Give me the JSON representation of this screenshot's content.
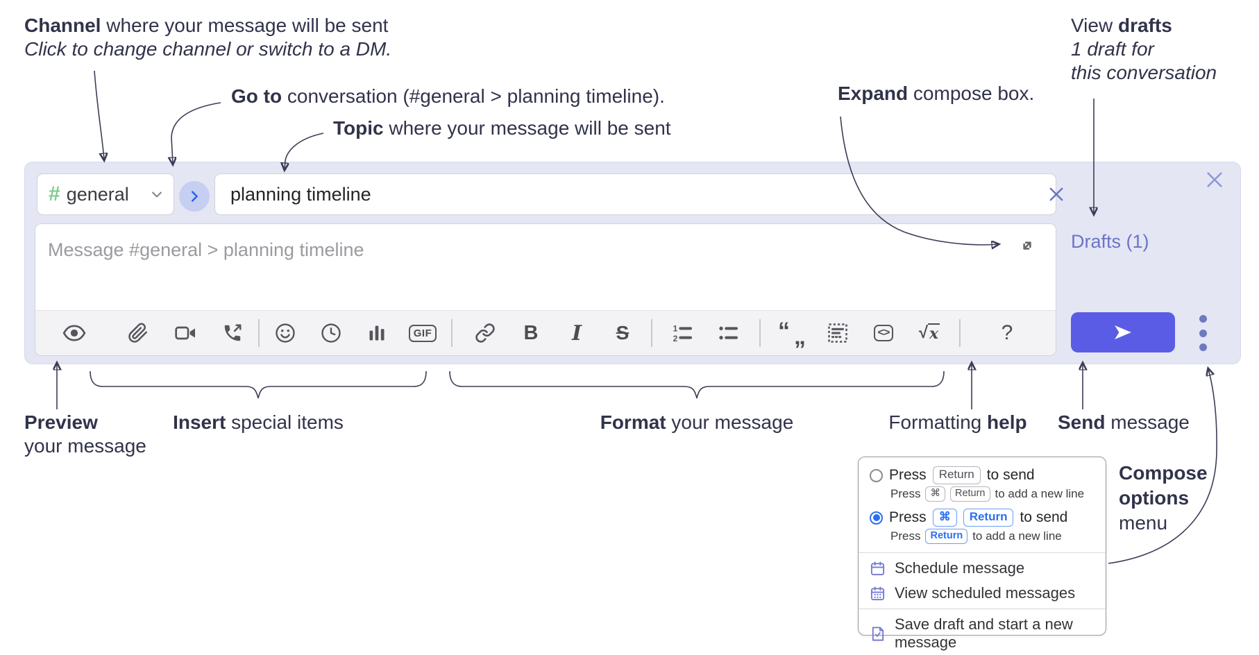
{
  "colors": {
    "accent_send": "#5b5ce6",
    "drafts_link": "#6b74c9",
    "kbd_blue": "#2b6ff2",
    "channel_hash_green": "#7dcc8a",
    "compose_bg": "#e4e6f4",
    "annotation_ink": "#31334a",
    "menu_icon_purple": "#767bd3"
  },
  "annotations": {
    "channel_line1_bold": "Channel",
    "channel_line1_rest": " where your message will be sent",
    "channel_line2_italic": "Click to change channel or switch to a DM.",
    "goto_bold": "Go to",
    "goto_rest": " conversation (#general > planning timeline).",
    "topic_bold": "Topic",
    "topic_rest": " where your message will be sent",
    "expand_bold": "Expand",
    "expand_rest": " compose box.",
    "drafts_line1_pre": "View ",
    "drafts_line1_bold": "drafts",
    "drafts_line2_italic": "1 draft for",
    "drafts_line3_italic": "this conversation",
    "preview_bold": "Preview",
    "preview_line2": "your message",
    "insert_bold": "Insert",
    "insert_rest": " special items",
    "format_bold": "Format",
    "format_rest": " your message",
    "help_pre": "Formatting ",
    "help_bold": "help",
    "send_bold": "Send",
    "send_rest": " message",
    "compose_options_line1": "Compose",
    "compose_options_line2": "options",
    "compose_options_line3": "menu"
  },
  "compose": {
    "channel_hash": "#",
    "channel_name": "general",
    "topic_value": "planning timeline",
    "message_placeholder": "Message #general > planning timeline",
    "drafts_label": "Drafts (1)",
    "toolbar_icons": [
      "preview-eye",
      "attach-paperclip",
      "video-call",
      "audio-call",
      "emoji-smiley",
      "time-clock",
      "poll-bar-chart",
      "gif",
      "link",
      "bold",
      "italic",
      "strikethrough",
      "numbered-list",
      "bulleted-list",
      "quote",
      "spoiler",
      "code",
      "math",
      "help"
    ],
    "toolbar": {
      "gif": "GIF",
      "bold": "B",
      "italic": "I",
      "strike": "S",
      "code": "<>",
      "math_sqrt": "√",
      "math_x": "x",
      "help": "?",
      "quote_open": "“",
      "quote_close": "„"
    }
  },
  "compose_menu": {
    "opt1_press": "Press",
    "opt1_key": "Return",
    "opt1_suffix": "to send",
    "opt1_sub_press": "Press",
    "opt1_sub_key1": "⌘",
    "opt1_sub_key2": "Return",
    "opt1_sub_suffix": "to add a new line",
    "opt2_press": "Press",
    "opt2_key1": "⌘",
    "opt2_key2": "Return",
    "opt2_suffix": "to send",
    "opt2_sub_press": "Press",
    "opt2_sub_key": "Return",
    "opt2_sub_suffix": "to add a new line",
    "schedule": "Schedule message",
    "view_scheduled": "View scheduled messages",
    "save_draft": "Save draft and start a new message"
  }
}
